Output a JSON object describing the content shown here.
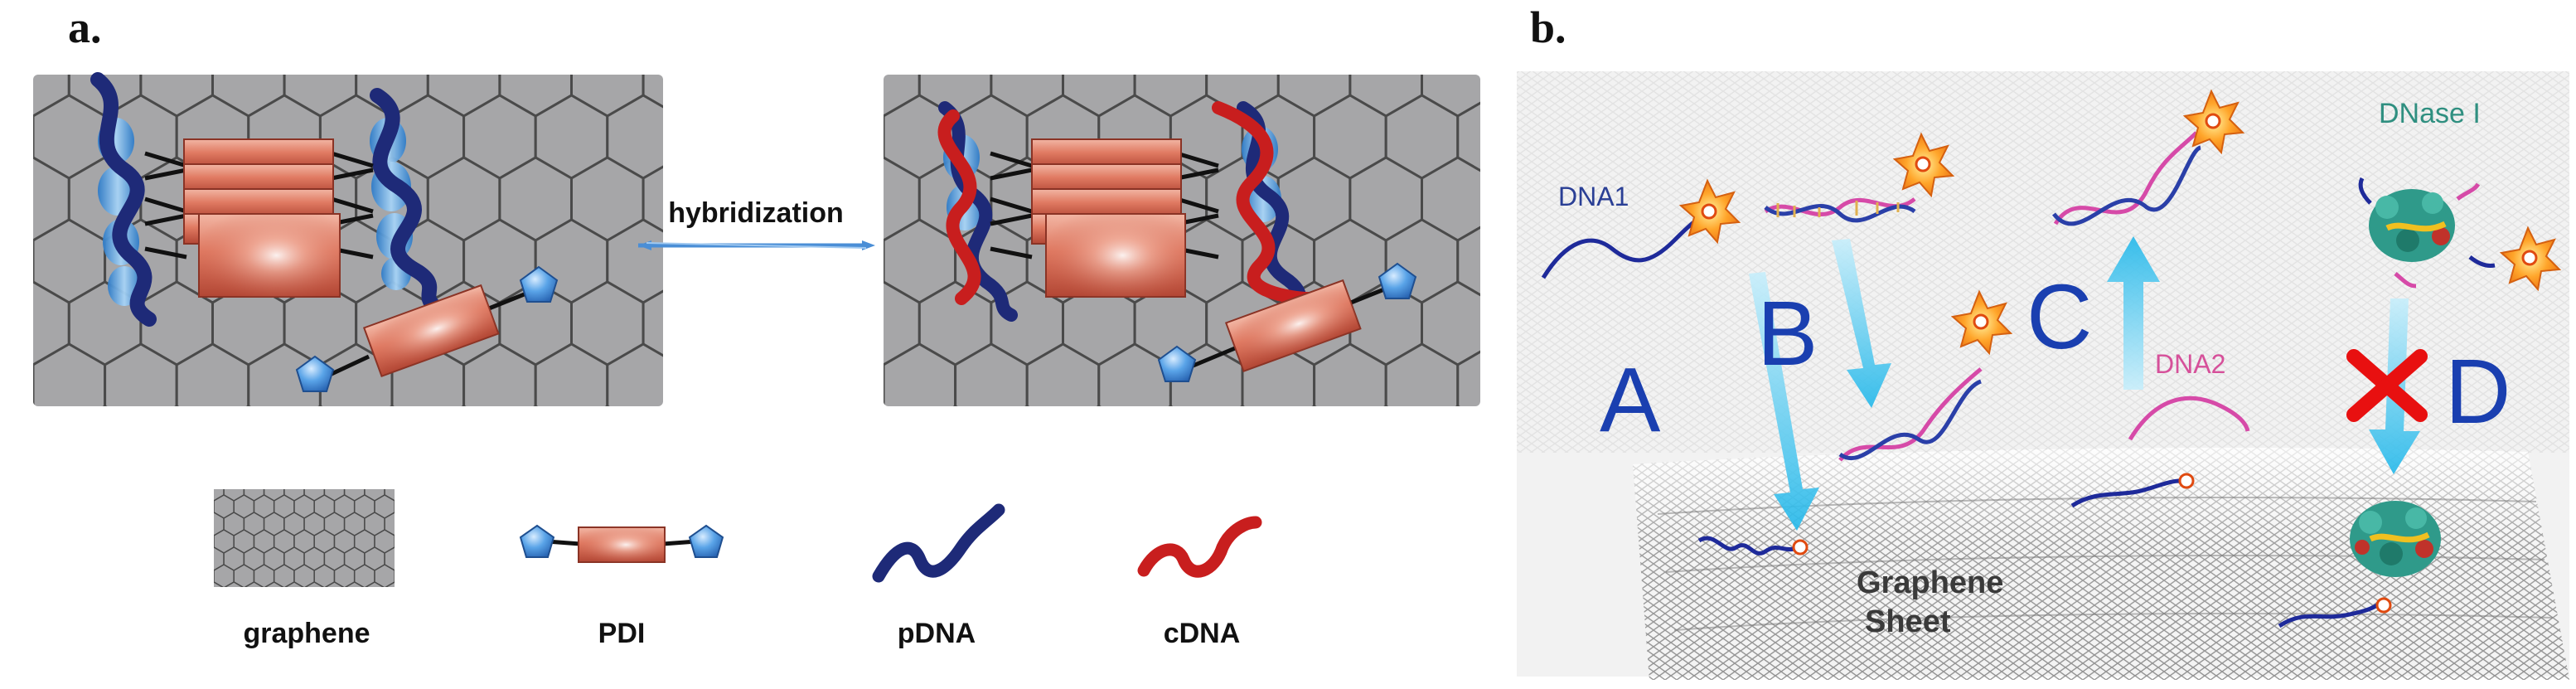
{
  "panel_a": {
    "label": "a.",
    "arrow_label": "hybridization",
    "legend": {
      "graphene": "graphene",
      "pdi": "PDI",
      "pdna": "pDNA",
      "cdna": "cDNA"
    }
  },
  "panel_b": {
    "label": "b.",
    "dna1": "DNA1",
    "dna2": "DNA2",
    "dnase": "DNase I",
    "step_a": "A",
    "step_b": "B",
    "step_c": "C",
    "step_d": "D",
    "sheet_line1": "Graphene",
    "sheet_line2": "Sheet"
  },
  "colors": {
    "hexagon": "#a6a6a8",
    "hexagon_stroke": "#4a4a4a",
    "pdi": "#d9705a",
    "pdna": "#1e2a78",
    "cdna": "#c81e1e",
    "helix_blue": "#5aa0d8",
    "arrow_cyan": "#33c5ee",
    "letters": "#1a3fb0",
    "cross": "#e81010"
  }
}
